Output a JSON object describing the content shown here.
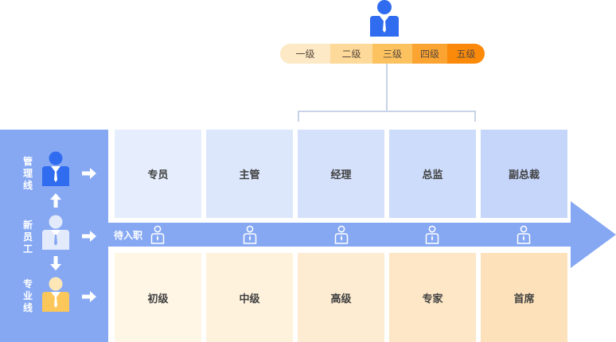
{
  "levels": [
    {
      "label": "一级",
      "color": "#fde9c6"
    },
    {
      "label": "二级",
      "color": "#fdd99a"
    },
    {
      "label": "三级",
      "color": "#fcc260"
    },
    {
      "label": "四级",
      "color": "#fca432"
    },
    {
      "label": "五级",
      "color": "#fb8a0b"
    }
  ],
  "left_panel": {
    "management": "管理线",
    "new_employee": "新员工",
    "professional": "专业线"
  },
  "band_label": "待入职",
  "management_track": [
    "专员",
    "主管",
    "经理",
    "总监",
    "副总裁"
  ],
  "professional_track": [
    "初级",
    "中级",
    "高级",
    "专家",
    "首席"
  ],
  "colors": {
    "blue_primary": "#2f6cf0",
    "blue_panel": "#86a8f3",
    "mgmt_boxes": [
      "#e6eefd",
      "#dde7fc",
      "#d5e1fb",
      "#cddcfb",
      "#c5d6fa"
    ],
    "prof_boxes": [
      "#fff6e6",
      "#fef2dd",
      "#fdecd2",
      "#fde7c6",
      "#fde1ba"
    ]
  }
}
